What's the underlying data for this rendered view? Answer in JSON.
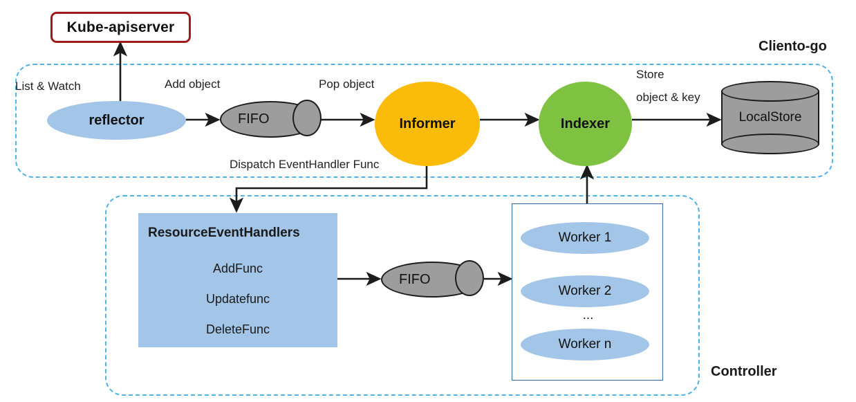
{
  "diagram": {
    "title_groups": {
      "client_go": "Cliento-go",
      "controller": "Controller"
    },
    "nodes": {
      "apiserver": "Kube-apiserver",
      "reflector": "reflector",
      "fifo_top": "FIFO",
      "informer": "Informer",
      "indexer": "Indexer",
      "localstore": "LocalStore",
      "fifo_bottom": "FIFO",
      "handlers_title": "ResourceEventHandlers",
      "handlers": [
        "AddFunc",
        "Updatefunc",
        "DeleteFunc"
      ],
      "workers": [
        "Worker 1",
        "Worker 2",
        "...",
        "Worker n"
      ]
    },
    "edge_labels": {
      "list_watch": "List & Watch",
      "add_object": "Add object",
      "pop_object": "Pop object",
      "store_line1": "Store",
      "store_line2": "object & key",
      "dispatch": "Dispatch EventHandler Func"
    },
    "colors": {
      "dashed_group": "#4eb3e8",
      "apiserver_border": "#9e1b1b",
      "informer": "#fbbb09",
      "indexer": "#7fc242",
      "node_blue": "#a3c6e8",
      "cylinder_gray": "#9d9d9d",
      "arrow": "#1c1c1c",
      "worker_box_border": "#2e6da4"
    }
  }
}
